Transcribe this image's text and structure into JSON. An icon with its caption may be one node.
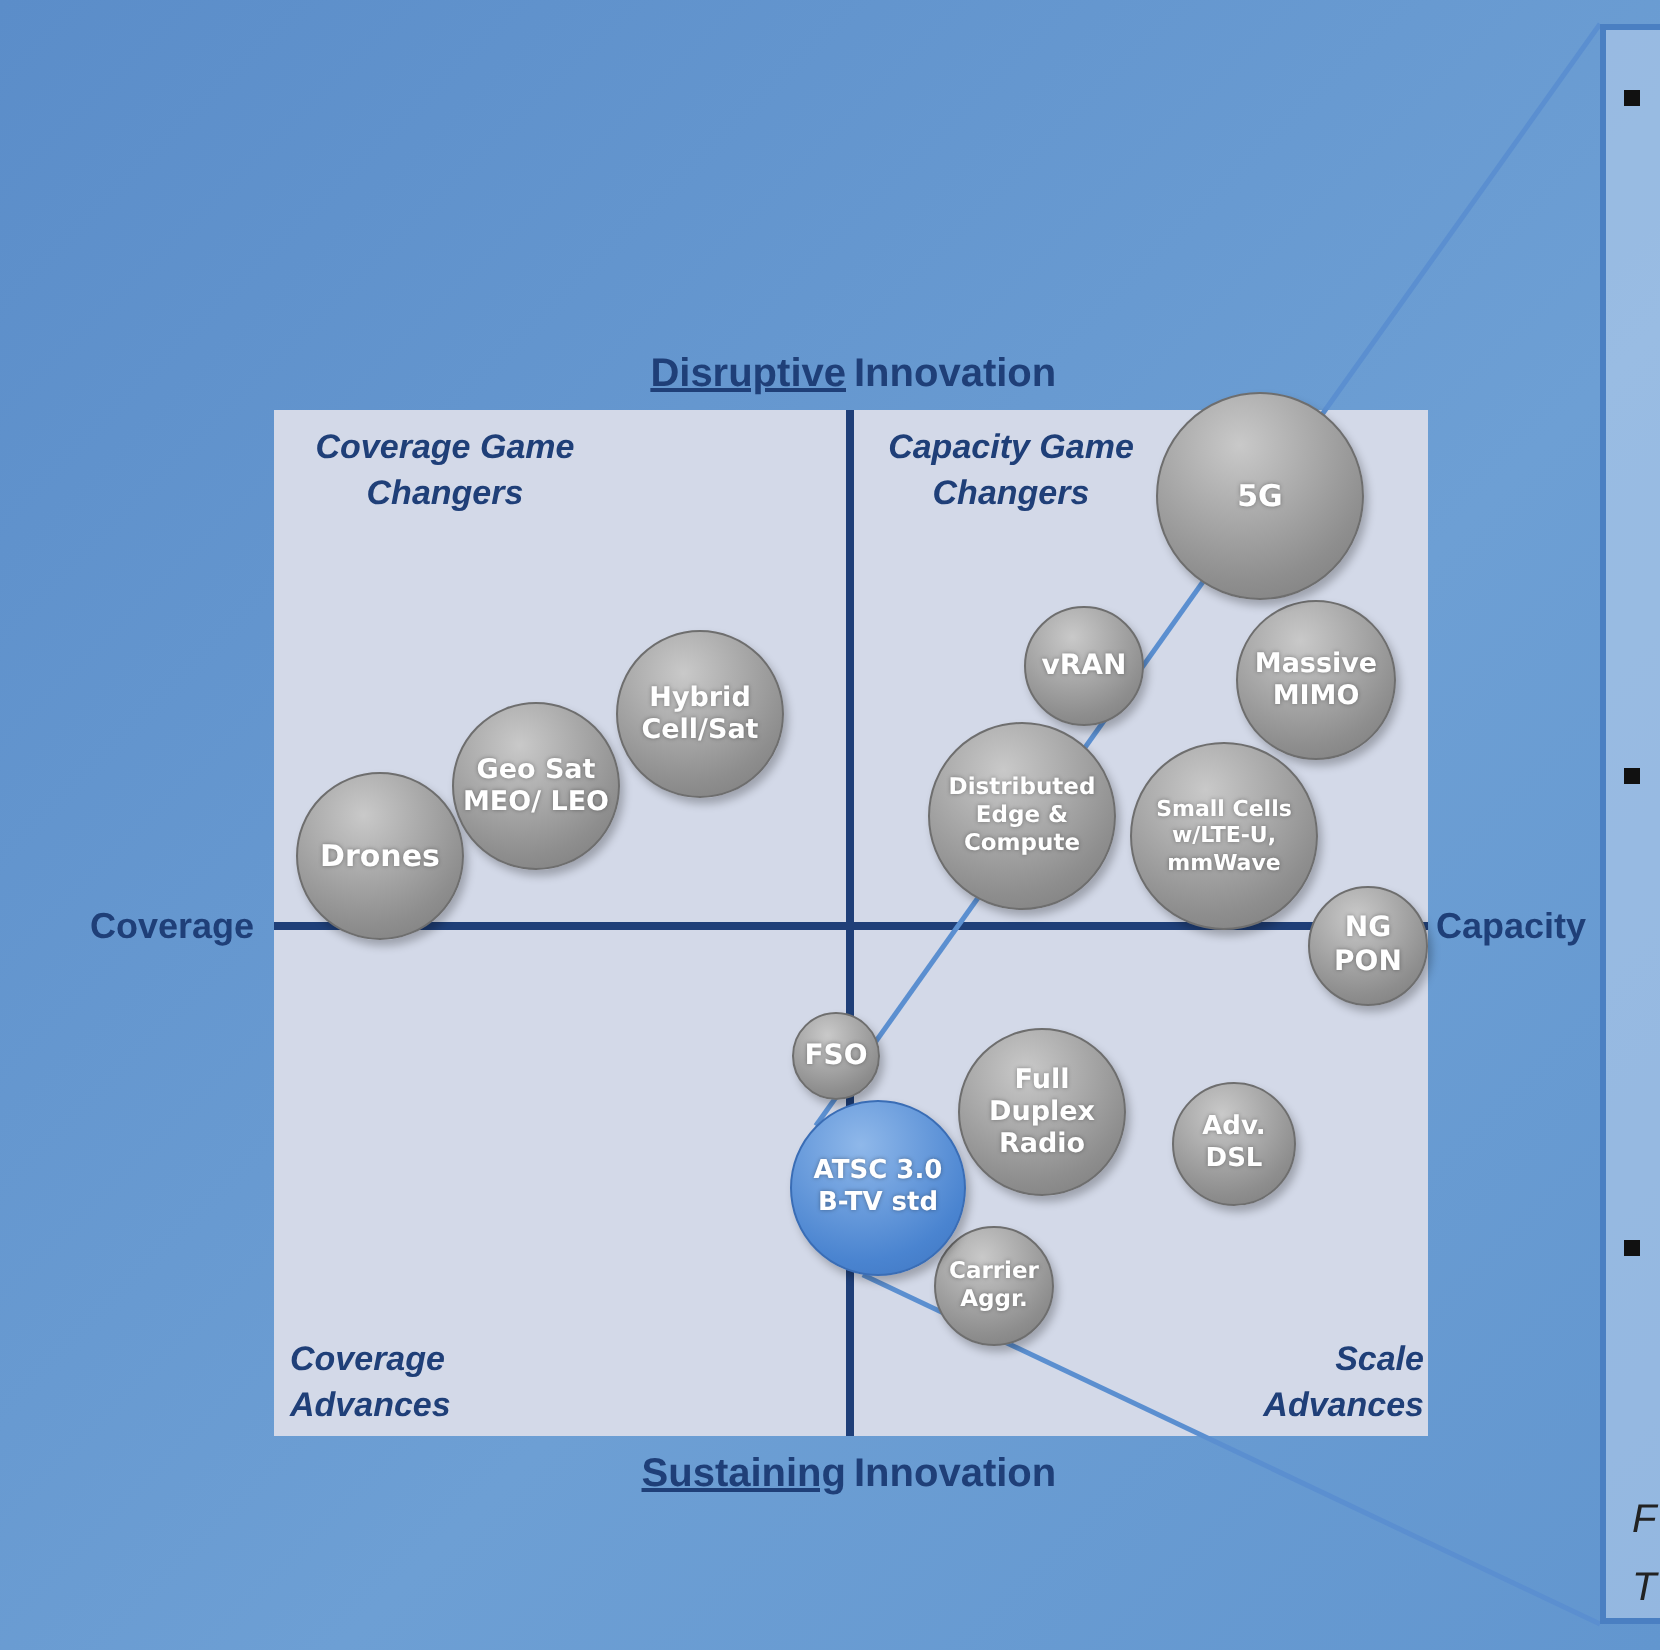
{
  "diagram": {
    "nodes": [
      {
        "text": [
          "Drones"
        ]
      },
      {
        "text": [
          "Geo Sat MEO/ LEO"
        ]
      },
      {
        "text": [
          "Hybrid Cell/Sat"
        ]
      },
      {
        "text": [
          "5G"
        ]
      },
      {
        "text": [
          "Massive MIMO"
        ]
      },
      {
        "text": [
          "vRAN"
        ]
      },
      {
        "text": [
          "Distributed Edge & Compute"
        ]
      },
      {
        "text": [
          "Small Cells w/LTE-U, mmWave"
        ]
      },
      {
        "text": [
          "NG PON"
        ]
      },
      {
        "text": [
          "FSO"
        ]
      },
      {
        "text": [
          "Full Duplex Radio"
        ]
      },
      {
        "text": [
          "Adv. DSL"
        ]
      },
      {
        "text": [
          "ATSC 3.0 B-TV std"
        ]
      },
      {
        "text": [
          "Carrier Aggr."
        ]
      },
      {
        "text": [
          "F T"
        ]
      }
    ],
    "edges": [
      {
        "from": 12,
        "to": 14,
        "arrow": "none"
      },
      {
        "from": 12,
        "to": 14,
        "arrow": "none"
      }
    ],
    "labels": [
      "Disruptive",
      "Innovation",
      "Coverage Game Changers",
      "Capacity Game Changers",
      "Coverage",
      "Capacity",
      "Coverage Advances",
      "Scale Advances",
      "Sustaining",
      "Innovation"
    ]
  }
}
